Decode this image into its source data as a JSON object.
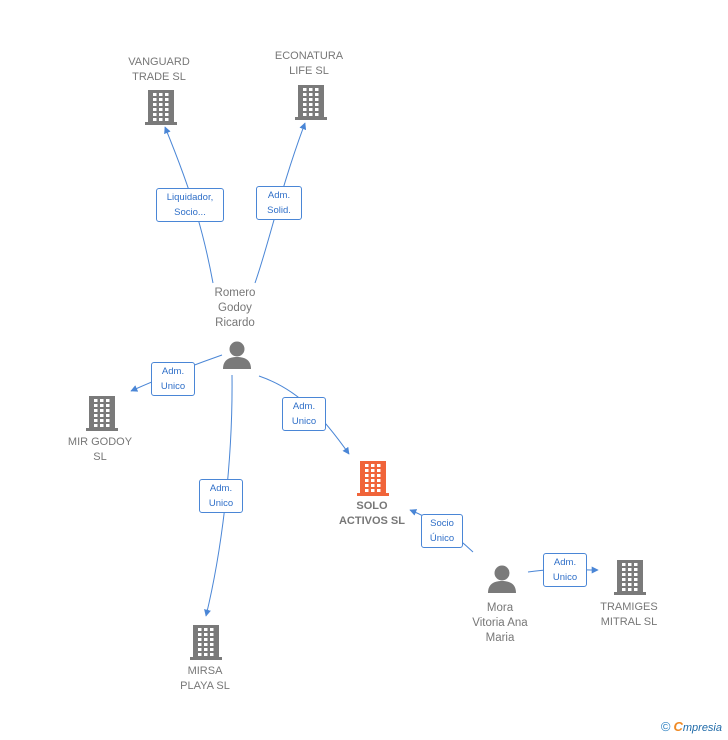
{
  "colors": {
    "edge": "#4a86d6",
    "company": "#7a7a7a",
    "focus_company": "#f0643a",
    "person": "#7a7a7a"
  },
  "nodes": {
    "vanguard": {
      "label": "VANGUARD\nTRADE  SL",
      "icon": "building-icon"
    },
    "econatura": {
      "label": "ECONATURA\nLIFE SL",
      "icon": "building-icon"
    },
    "romero": {
      "label": "Romero\nGodoy\nRicardo",
      "icon": "person-icon"
    },
    "mirgodoy": {
      "label": "MIR GODOY\nSL",
      "icon": "building-icon"
    },
    "solo": {
      "label": "SOLO\nACTIVOS  SL",
      "icon": "building-icon"
    },
    "mirsa": {
      "label": "MIRSA\nPLAYA  SL",
      "icon": "building-icon"
    },
    "mora": {
      "label": "Mora\nVitoria Ana\nMaria",
      "icon": "person-icon"
    },
    "tramiges": {
      "label": "TRAMIGES\nMITRAL  SL",
      "icon": "building-icon"
    }
  },
  "edges": {
    "romero_vanguard": "Liquidador,\nSocio...",
    "romero_econatura": "Adm.\nSolid.",
    "romero_mirgodoy": "Adm.\nUnico",
    "romero_solo": "Adm.\nUnico",
    "romero_mirsa": "Adm.\nUnico",
    "mora_solo": "Socio\nÚnico",
    "mora_tramiges": "Adm.\nUnico"
  },
  "footer": {
    "copyright": "©",
    "brand_first": "C",
    "brand_rest": "mpresia"
  }
}
